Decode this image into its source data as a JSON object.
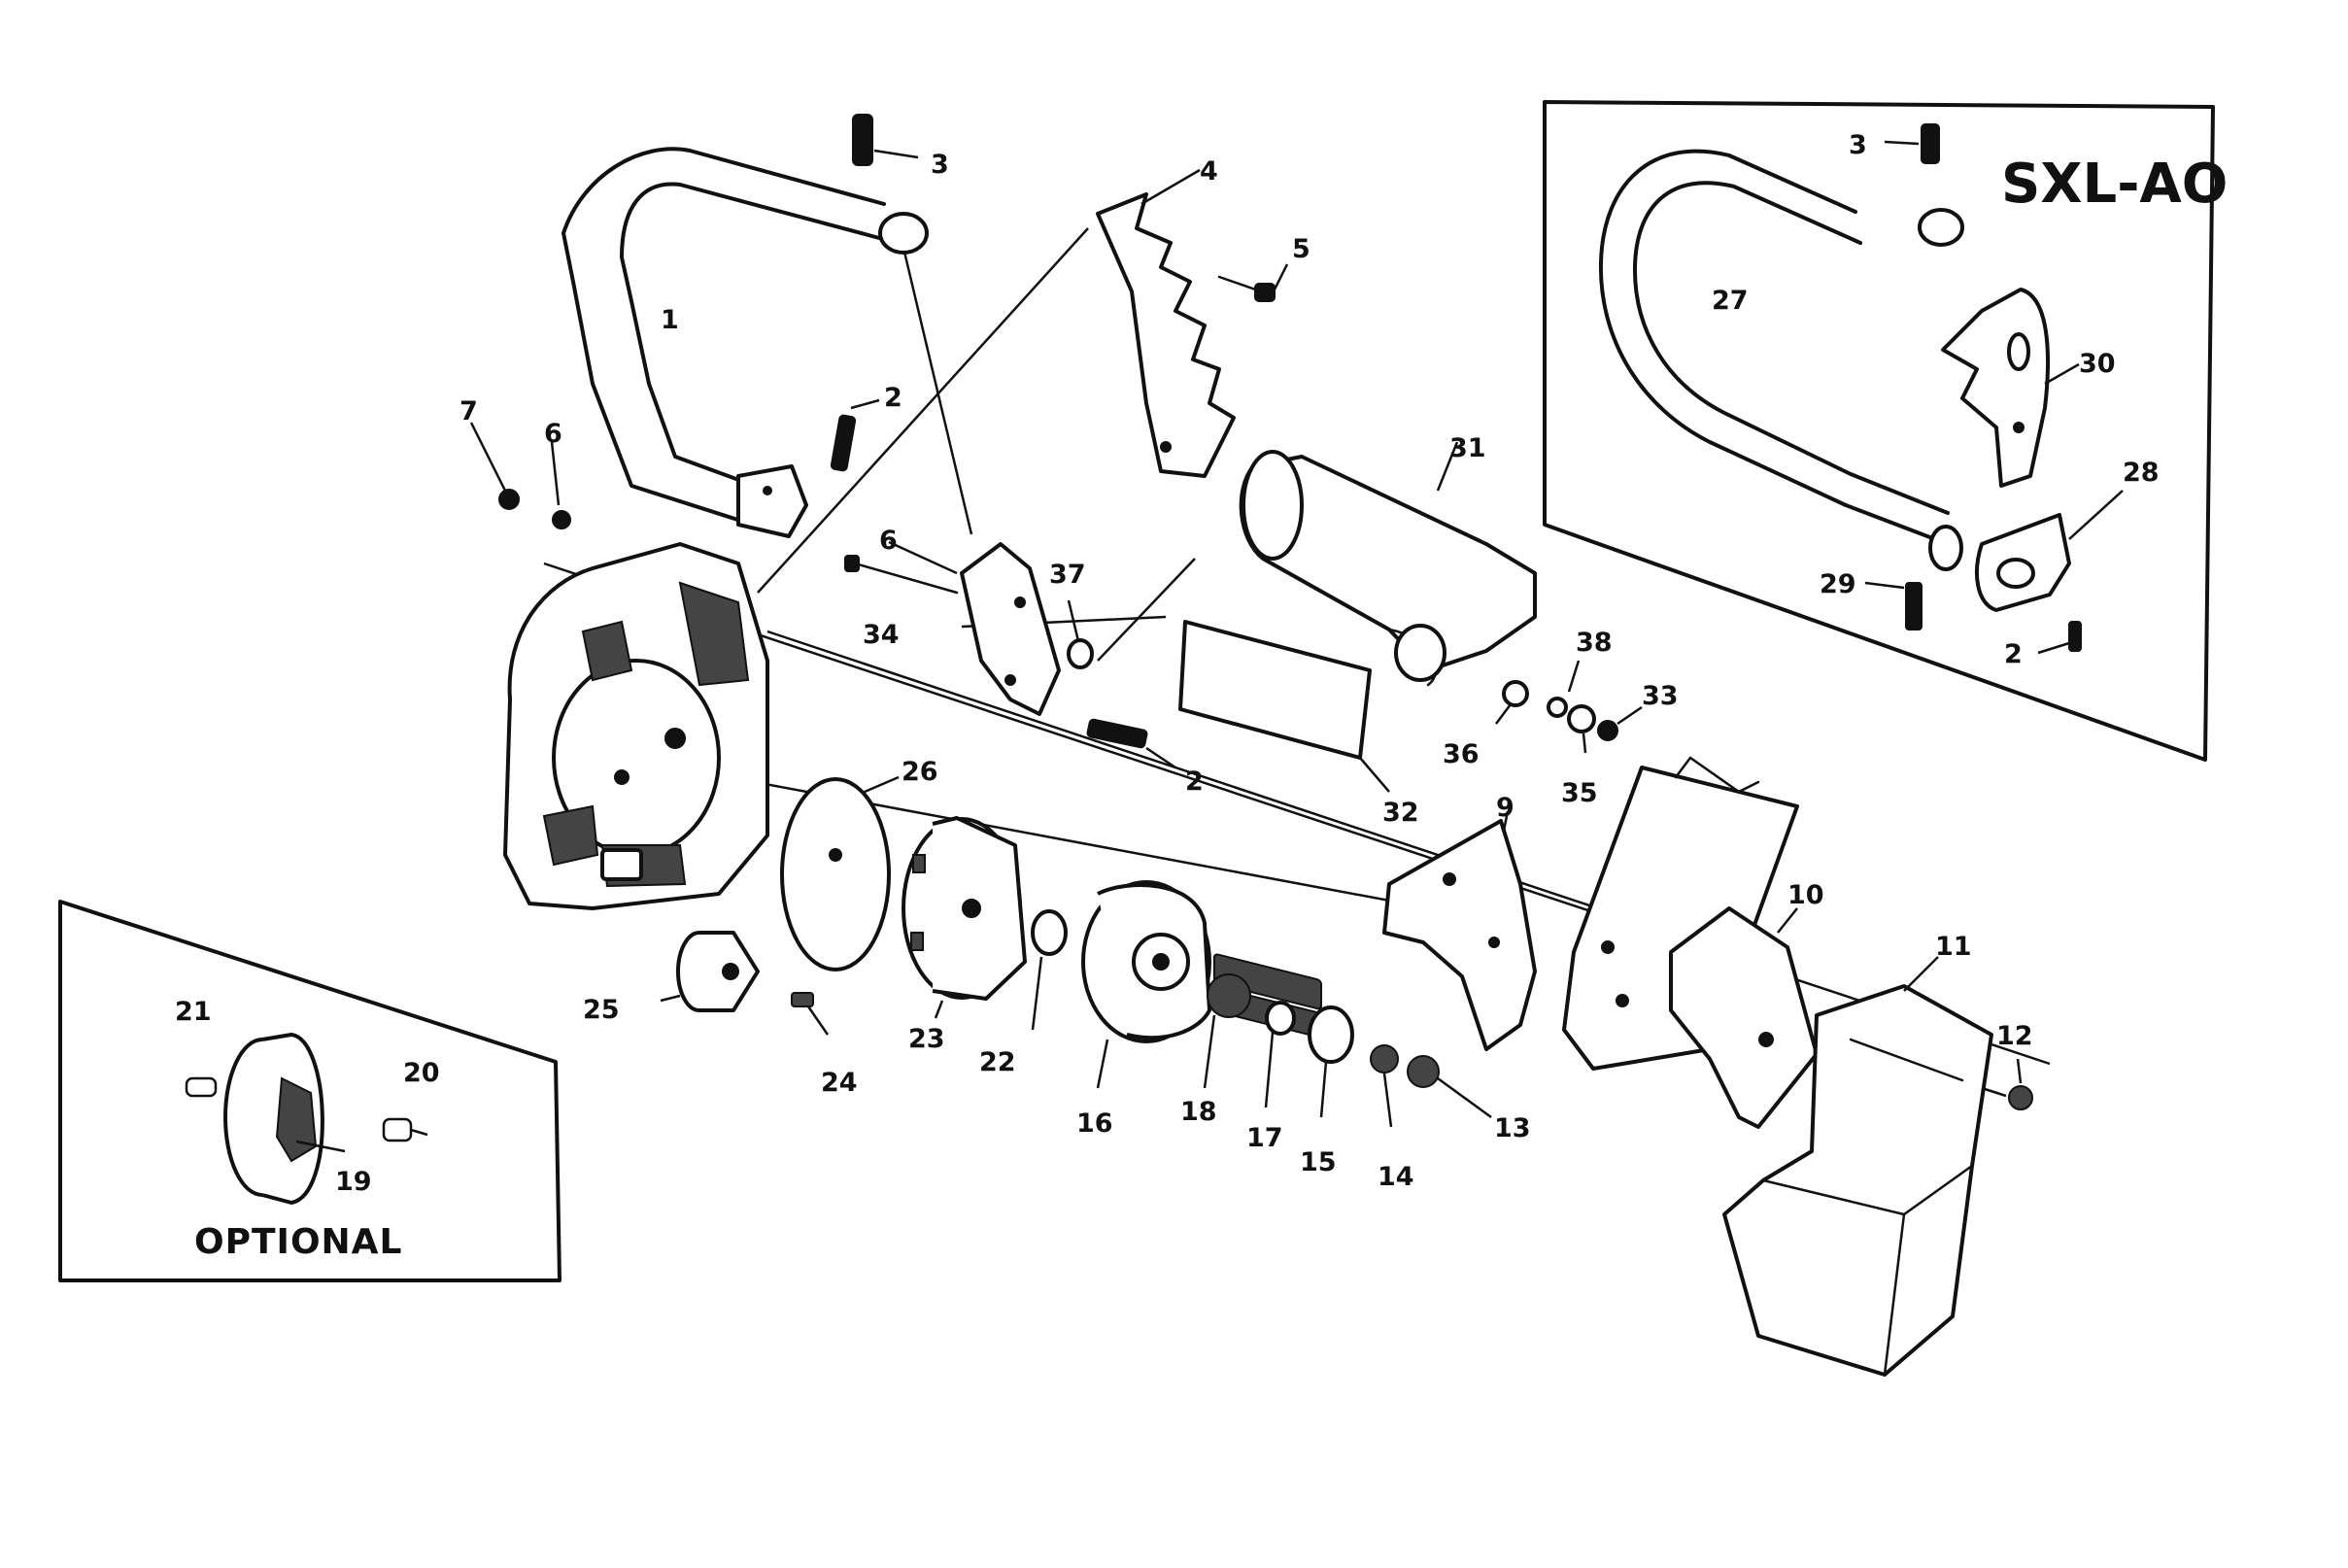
{
  "diagram": {
    "inset_model_label": "SXL-AO",
    "optional_label": "OPTIONAL",
    "part_labels": [
      {
        "key": "p1",
        "text": "1"
      },
      {
        "key": "p2a",
        "text": "2"
      },
      {
        "key": "p2b",
        "text": "2"
      },
      {
        "key": "p2c",
        "text": "2"
      },
      {
        "key": "p3a",
        "text": "3"
      },
      {
        "key": "p3b",
        "text": "3"
      },
      {
        "key": "p4",
        "text": "4"
      },
      {
        "key": "p5",
        "text": "5"
      },
      {
        "key": "p6a",
        "text": "6"
      },
      {
        "key": "p6b",
        "text": "6"
      },
      {
        "key": "p7",
        "text": "7"
      },
      {
        "key": "p9",
        "text": "9"
      },
      {
        "key": "p10",
        "text": "10"
      },
      {
        "key": "p11",
        "text": "11"
      },
      {
        "key": "p12",
        "text": "12"
      },
      {
        "key": "p13",
        "text": "13"
      },
      {
        "key": "p14",
        "text": "14"
      },
      {
        "key": "p15",
        "text": "15"
      },
      {
        "key": "p16",
        "text": "16"
      },
      {
        "key": "p17",
        "text": "17"
      },
      {
        "key": "p18",
        "text": "18"
      },
      {
        "key": "p19",
        "text": "19"
      },
      {
        "key": "p20",
        "text": "20"
      },
      {
        "key": "p21",
        "text": "21"
      },
      {
        "key": "p22",
        "text": "22"
      },
      {
        "key": "p23",
        "text": "23"
      },
      {
        "key": "p24",
        "text": "24"
      },
      {
        "key": "p25",
        "text": "25"
      },
      {
        "key": "p26",
        "text": "26"
      },
      {
        "key": "p27",
        "text": "27"
      },
      {
        "key": "p28",
        "text": "28"
      },
      {
        "key": "p29",
        "text": "29"
      },
      {
        "key": "p30",
        "text": "30"
      },
      {
        "key": "p31",
        "text": "31"
      },
      {
        "key": "p32",
        "text": "32"
      },
      {
        "key": "p33",
        "text": "33"
      },
      {
        "key": "p34",
        "text": "34"
      },
      {
        "key": "p35",
        "text": "35"
      },
      {
        "key": "p36",
        "text": "36"
      },
      {
        "key": "p37",
        "text": "37"
      },
      {
        "key": "p38",
        "text": "38"
      }
    ]
  }
}
